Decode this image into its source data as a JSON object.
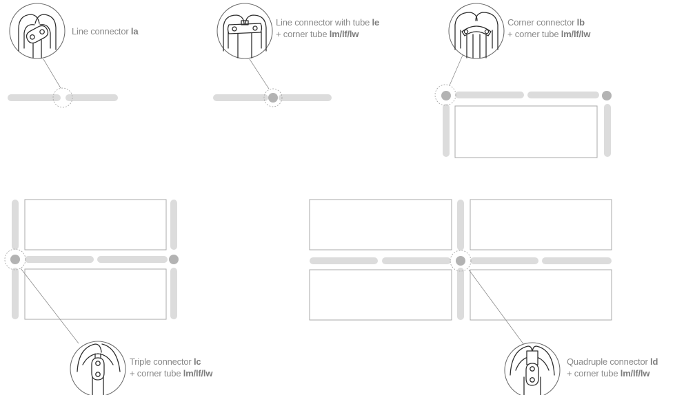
{
  "connectors": [
    {
      "id": "la",
      "line1_text": "Line connector ",
      "line1_code": "la",
      "line2_text": "",
      "line2_code": ""
    },
    {
      "id": "le",
      "line1_text": "Line connector with tube ",
      "line1_code": "le",
      "line2_text": "+ corner tube ",
      "line2_code": "lm/lf/lw"
    },
    {
      "id": "lb",
      "line1_text": "Corner connector ",
      "line1_code": "lb",
      "line2_text": "+ corner tube ",
      "line2_code": "lm/lf/lw"
    },
    {
      "id": "lc",
      "line1_text": "Triple connector ",
      "line1_code": "lc",
      "line2_text": "+ corner tube ",
      "line2_code": "lm/lf/lw"
    },
    {
      "id": "ld",
      "line1_text": "Quadruple connector ",
      "line1_code": "ld",
      "line2_text": "+ corner tube ",
      "line2_code": "lm/lf/lw"
    }
  ],
  "colors": {
    "tube": "#dcdcdc",
    "node": "#b3b3b3",
    "label": "#8a8a8a",
    "outline": "#2e2e2e"
  }
}
